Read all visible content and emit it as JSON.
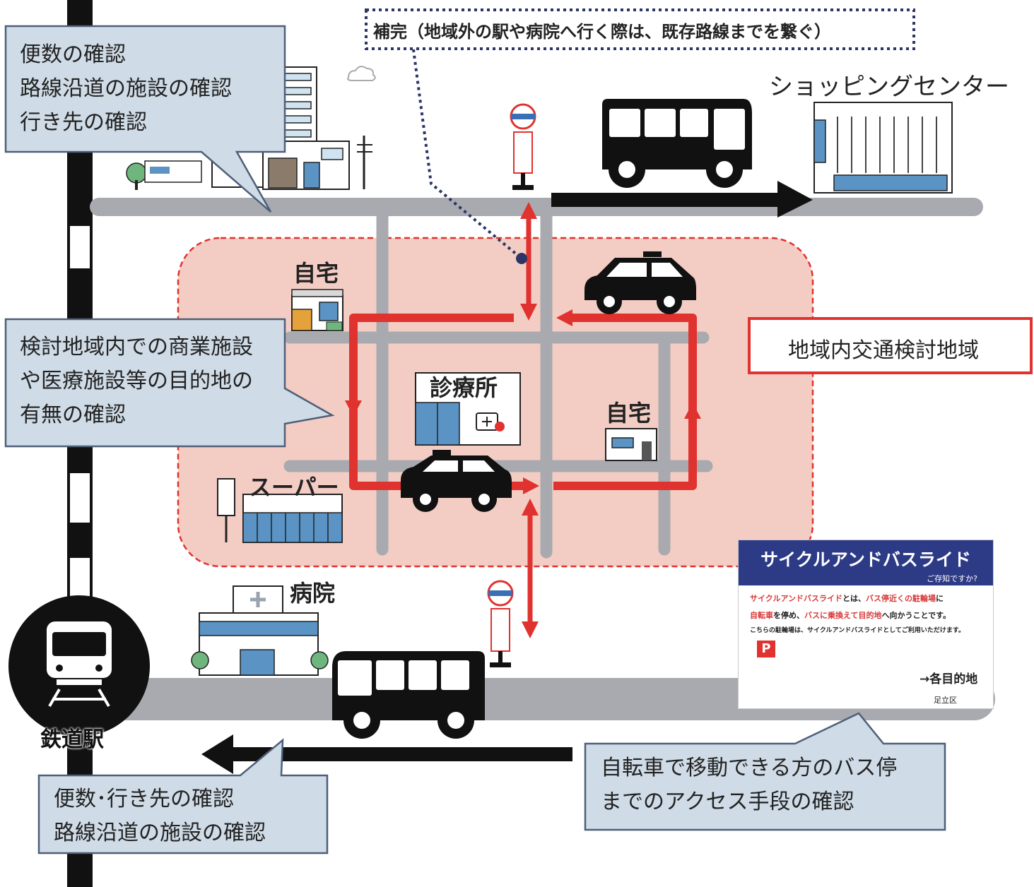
{
  "labels": {
    "supplement": "補完（地域外の駅や病院へ行く際は、既存路線までを繋ぐ）",
    "shopping_center": "ショッピングセンター",
    "home_1": "自宅",
    "home_2": "自宅",
    "clinic": "診療所",
    "supermarket": "スーパー",
    "hospital": "病院",
    "station": "鉄道駅",
    "area_legend": "地域内交通検討地域"
  },
  "callouts": {
    "top_left": "便数の確認\n路線沿道の施設の確認\n行き先の確認",
    "mid_left": "検討地域内での商業施設\nや医療施設等の目的地の\n有無の確認",
    "bottom_left": "便数･行き先の確認\n路線沿道の施設の確認",
    "bottom_right": "自転車で移動できる方のバス停\nまでのアクセス手段の確認"
  },
  "poster": {
    "title": "サイクルアンドバスライド",
    "subtitle": "ご存知ですか?",
    "line1_a": "サイクルアンドバスライド",
    "line1_b": "とは、",
    "line1_c": "バス停近くの駐輪場",
    "line1_d": "に",
    "line2_a": "自転車",
    "line2_b": "を停め、",
    "line2_c": "バスに乗換えて目的地",
    "line2_d": "へ向かうことです。",
    "line3": "こちらの駐輪場は、サイクルアンドバスライドとしてご利用いただけます。",
    "parking_mark": "P",
    "destination": "→各目的地",
    "ward": "足立区"
  },
  "colors": {
    "road": "#a8aaaf",
    "route": "#e0322f",
    "area_fill": "#f3cdc3",
    "area_border": "#e0322f",
    "callout_fill": "#cfdbe6",
    "callout_border": "#4d5f79",
    "poster_header": "#2d3b86",
    "dotted_line": "#2c3566"
  }
}
